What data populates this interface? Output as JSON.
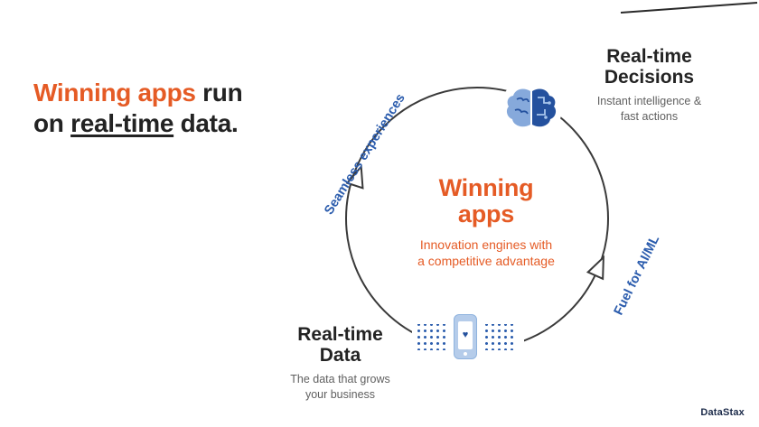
{
  "colors": {
    "orange": "#E55B25",
    "blue_label": "#2B5CAD",
    "icon_blue_dark": "#24519E",
    "icon_blue_light": "#86A9DB",
    "dark_text": "#232323",
    "gray_text": "#5F5F5F"
  },
  "headline": {
    "orange_text": "Winning apps",
    "after_orange": " run",
    "line2_start": "on ",
    "line2_underlined": "real-time",
    "line2_end": " data."
  },
  "circle": {
    "title_line1": "Winning",
    "title_line2": "apps",
    "subtitle_line1": "Innovation engines with",
    "subtitle_line2": "a competitive advantage"
  },
  "nodes": {
    "decisions": {
      "title_line1": "Real-time",
      "title_line2": "Decisions",
      "desc_line1": "Instant intelligence &",
      "desc_line2": "fast actions"
    },
    "data": {
      "title_line1": "Real-time",
      "title_line2": "Data",
      "desc_line1": "The data that grows",
      "desc_line2": "your business"
    }
  },
  "arc_labels": {
    "left": "Seamless experiences",
    "right": "Fuel for AI/ML"
  },
  "icons": {
    "top": "brain-icon",
    "bottom": "phone-data-icon",
    "heart_glyph": "♥"
  },
  "footer": {
    "logo": "DataStax"
  }
}
